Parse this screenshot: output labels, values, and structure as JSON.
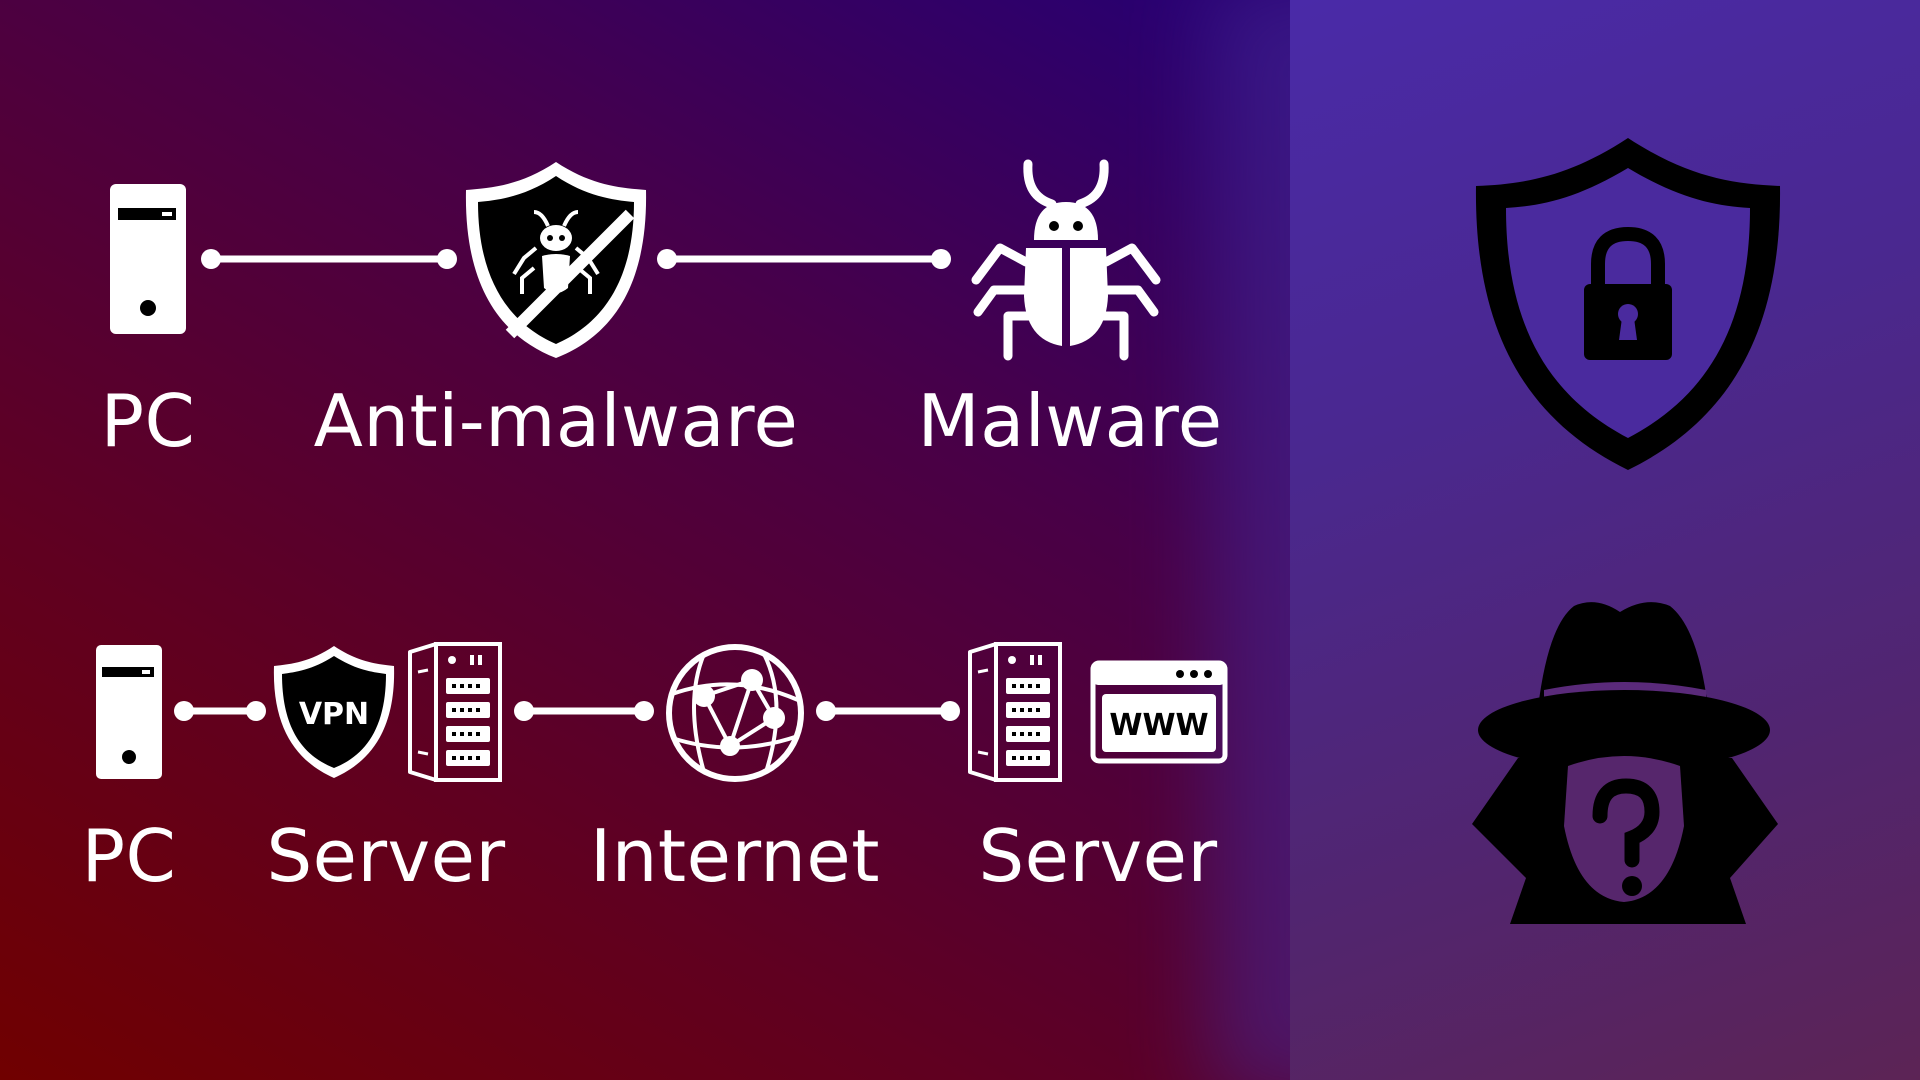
{
  "diagram": {
    "top_row": {
      "labels": {
        "pc": "PC",
        "anti_malware": "Anti-malware",
        "malware": "Malware"
      }
    },
    "bottom_row": {
      "labels": {
        "pc": "PC",
        "server_left": "Server",
        "internet": "Internet",
        "server_right": "Server"
      },
      "vpn_badge": "VPN",
      "www_badge": "WWW"
    }
  },
  "colors": {
    "background_left": "#700000",
    "background_right": "#220080",
    "side_panel": "#4a2aa8",
    "foreground": "#ffffff",
    "silhouette": "#000000"
  },
  "icons": [
    "pc-tower-icon",
    "anti-malware-shield-icon",
    "bug-icon",
    "vpn-shield-icon",
    "server-rack-icon",
    "globe-network-icon",
    "www-browser-icon",
    "lock-shield-icon",
    "spy-hacker-icon"
  ]
}
